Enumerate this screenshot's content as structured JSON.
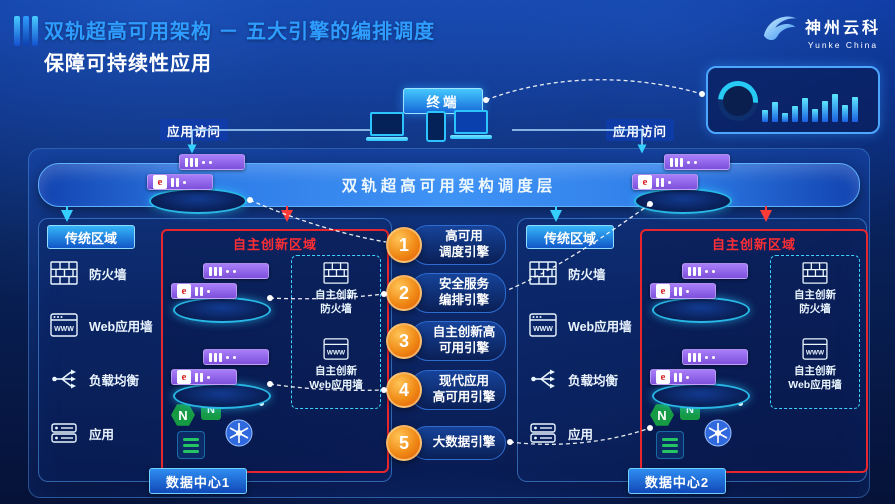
{
  "header": {
    "title": "双轨超高可用架构 － 五大引擎的编排调度",
    "subtitle": "保障可持续性应用",
    "logo": {
      "cn": "神州云科",
      "en": "Yunke China"
    }
  },
  "top": {
    "terminal": "终端",
    "access_left": "应用访问",
    "access_right": "应用访问"
  },
  "scheduler": {
    "label": "双轨超高可用架构调度层"
  },
  "engines": [
    {
      "num": "1",
      "line1": "高可用",
      "line2": "调度引擎"
    },
    {
      "num": "2",
      "line1": "安全服务",
      "line2": "编排引擎"
    },
    {
      "num": "3",
      "line1": "自主创新高",
      "line2": "可用引擎"
    },
    {
      "num": "4",
      "line1": "现代应用",
      "line2": "高可用引擎"
    },
    {
      "num": "5",
      "line1": "大数据引擎",
      "line2": ""
    }
  ],
  "datacenters": [
    {
      "name": "数据中心1",
      "traditional": {
        "label": "传统区域",
        "items": [
          {
            "label": "防火墙"
          },
          {
            "label": "Web应用墙"
          },
          {
            "label": "负载均衡"
          },
          {
            "label": "应用"
          }
        ]
      },
      "innovation": {
        "label": "自主创新区域",
        "items": [
          {
            "line1": "自主创新",
            "line2": "防火墙"
          },
          {
            "line1": "自主创新",
            "line2": "Web应用墙"
          }
        ]
      }
    },
    {
      "name": "数据中心2",
      "traditional": {
        "label": "传统区域",
        "items": [
          {
            "label": "防火墙"
          },
          {
            "label": "Web应用墙"
          },
          {
            "label": "负载均衡"
          },
          {
            "label": "应用"
          }
        ]
      },
      "innovation": {
        "label": "自主创新区域",
        "items": [
          {
            "line1": "自主创新",
            "line2": "防火墙"
          },
          {
            "line1": "自主创新",
            "line2": "Web应用墙"
          }
        ]
      }
    }
  ],
  "icon_text": {
    "www": "WWW",
    "nginx_n": "N",
    "logo_e": "e"
  },
  "dashboard": {
    "bars": [
      12,
      20,
      9,
      16,
      24,
      13,
      21,
      28,
      17,
      25
    ]
  },
  "colors": {
    "accent_cyan": "#35d0ff",
    "innovation_red": "#e8262d",
    "engine_orange": "#f08a16",
    "server_purple": "#8a5ce0"
  }
}
